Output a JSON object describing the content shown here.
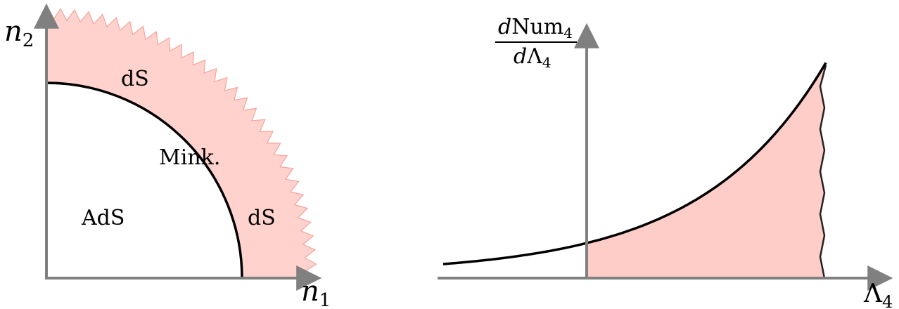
{
  "left_panel": {
    "axis_y_label": {
      "base": "n",
      "sub": "2"
    },
    "axis_x_label": {
      "base": "n",
      "sub": "1"
    },
    "region_labels": {
      "ds_top": "dS",
      "mink": "Mink.",
      "ads": "AdS",
      "ds_right": "dS"
    }
  },
  "right_panel": {
    "y_label": {
      "num_d": "d",
      "num_text": "Num",
      "num_sub": "4",
      "den_d": "d",
      "den_text": "Λ",
      "den_sub": "4"
    },
    "x_label": {
      "base": "Λ",
      "sub": "4"
    }
  },
  "colors": {
    "axis": "#808080",
    "curve": "#000000",
    "shade": "#ffcdc8",
    "shade_edge": "#f5a39a"
  }
}
